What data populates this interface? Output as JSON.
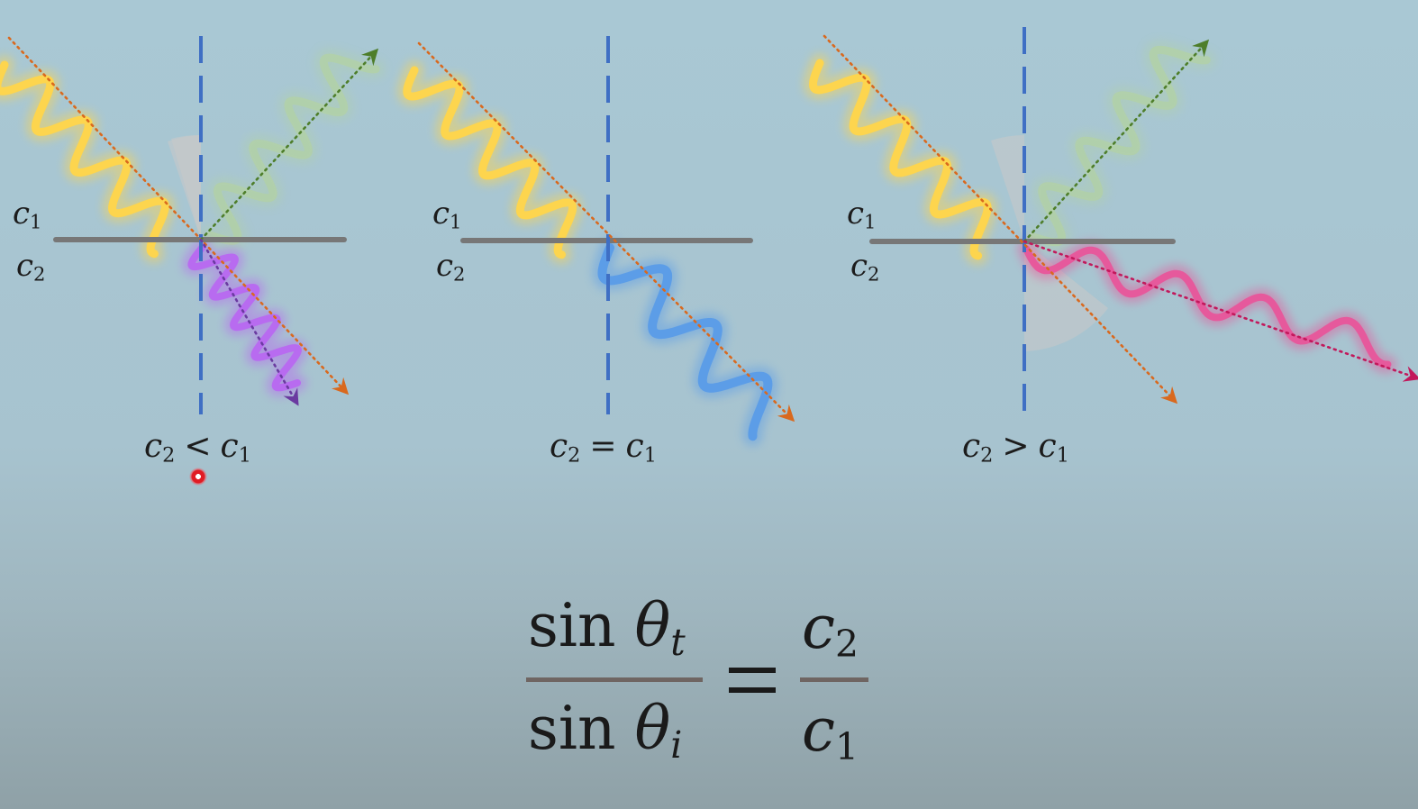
{
  "panels": [
    {
      "id": "slower",
      "label_top": {
        "base": "c",
        "sub": "1"
      },
      "label_bottom": {
        "base": "c",
        "sub": "2"
      },
      "condition": {
        "left": "c",
        "left_sub": "2",
        "op": "<",
        "right": "c",
        "right_sub": "1"
      },
      "transmitted_color": "#b868f0"
    },
    {
      "id": "equal",
      "label_top": {
        "base": "c",
        "sub": "1"
      },
      "label_bottom": {
        "base": "c",
        "sub": "2"
      },
      "condition": {
        "left": "c",
        "left_sub": "2",
        "op": "=",
        "right": "c",
        "right_sub": "1"
      },
      "transmitted_color": "#5a9ce8"
    },
    {
      "id": "faster",
      "label_top": {
        "base": "c",
        "sub": "1"
      },
      "label_bottom": {
        "base": "c",
        "sub": "2"
      },
      "condition": {
        "left": "c",
        "left_sub": "2",
        "op": ">",
        "right": "c",
        "right_sub": "1"
      },
      "transmitted_color": "#e8559a"
    }
  ],
  "colors": {
    "incident_wave": "#ffd54a",
    "reflected_wave": "#b8d88a",
    "normal_line": "#3f6fc4",
    "interface": "#777777",
    "incident_ray": "#d9691e",
    "reflected_ray": "#4e7e2a"
  },
  "formula": {
    "numerator": {
      "func": "sin",
      "var": "θ",
      "sub": "t"
    },
    "denominator": {
      "func": "sin",
      "var": "θ",
      "sub": "i"
    },
    "equals": "=",
    "right_numerator": {
      "base": "c",
      "sub": "2"
    },
    "right_denominator": {
      "base": "c",
      "sub": "1"
    }
  },
  "icons": [
    "cursor-dot-icon"
  ]
}
